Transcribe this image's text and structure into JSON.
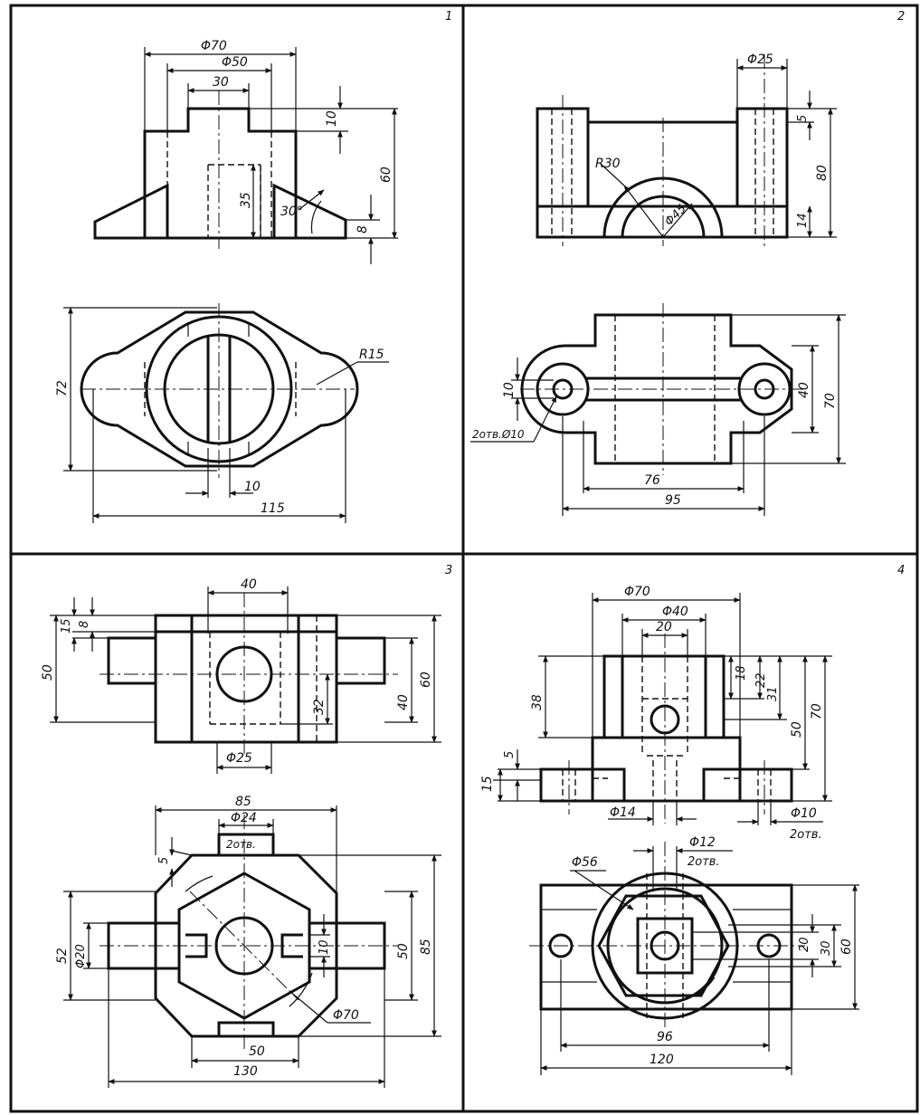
{
  "panels": [
    {
      "number": "1",
      "dimensions": [
        "Φ70",
        "Φ50",
        "30",
        "10",
        "60",
        "35",
        "30°",
        "8",
        "R15",
        "72",
        "10",
        "115"
      ]
    },
    {
      "number": "2",
      "dimensions": [
        "Φ25",
        "5",
        "80",
        "R30",
        "Φ45",
        "14",
        "10",
        "40",
        "70",
        "2отв.Ø10",
        "76",
        "95"
      ]
    },
    {
      "number": "3",
      "dimensions": [
        "40",
        "15",
        "8",
        "50",
        "60",
        "40",
        "32",
        "Φ25",
        "85",
        "Φ24",
        "2отв.",
        "5",
        "Φ20",
        "52",
        "10",
        "50",
        "85",
        "Φ70",
        "50",
        "130"
      ]
    },
    {
      "number": "4",
      "dimensions": [
        "Φ70",
        "Φ40",
        "20",
        "18",
        "22",
        "31",
        "38",
        "50",
        "70",
        "5",
        "15",
        "Φ14",
        "Φ10",
        "2отв.",
        "Φ12",
        "2отв.",
        "Φ56",
        "20",
        "30",
        "60",
        "96",
        "120"
      ]
    }
  ]
}
